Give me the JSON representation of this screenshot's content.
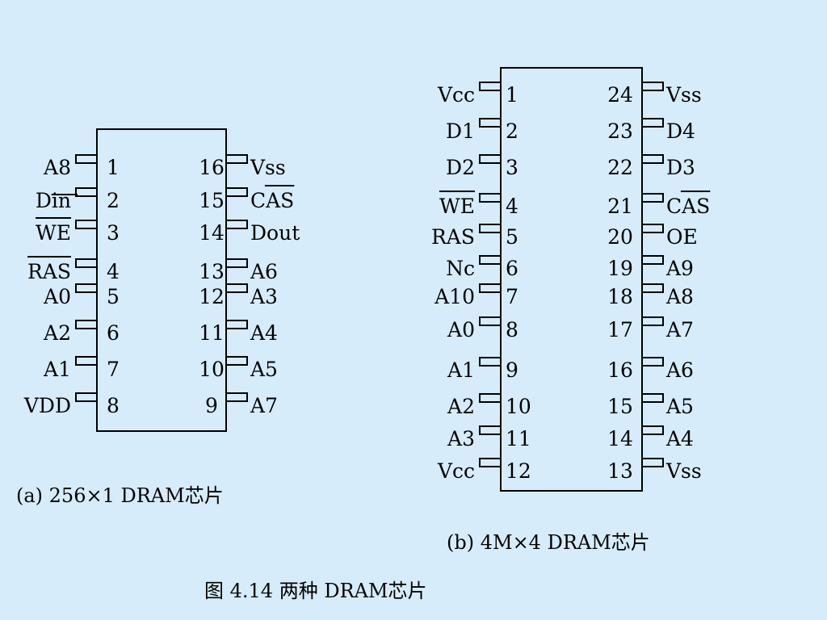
{
  "chip_a": {
    "caption": "(a) 256×1 DRAM芯片",
    "left_pins": [
      {
        "num": "1",
        "name": "A8"
      },
      {
        "num": "2",
        "name": "Din",
        "underline": true
      },
      {
        "num": "3",
        "name": "WE",
        "bar": true
      },
      {
        "num": "4",
        "name": "RAS",
        "bar": true
      },
      {
        "num": "5",
        "name": "A0"
      },
      {
        "num": "6",
        "name": "A2"
      },
      {
        "num": "7",
        "name": "A1"
      },
      {
        "num": "8",
        "name": "VDD"
      }
    ],
    "right_pins": [
      {
        "num": "16",
        "name": "Vss"
      },
      {
        "num": "15",
        "name": "CAS",
        "bar": true
      },
      {
        "num": "14",
        "name": "Dout"
      },
      {
        "num": "13",
        "name": "A6"
      },
      {
        "num": "12",
        "name": "A3"
      },
      {
        "num": "11",
        "name": "A4"
      },
      {
        "num": "10",
        "name": "A5"
      },
      {
        "num": "9",
        "name": "A7"
      }
    ]
  },
  "chip_b": {
    "caption": "(b) 4M×4 DRAM芯片",
    "left_pins": [
      {
        "num": "1",
        "name": "Vcc"
      },
      {
        "num": "2",
        "name": "D1"
      },
      {
        "num": "3",
        "name": "D2"
      },
      {
        "num": "4",
        "name": "WE",
        "bar": true
      },
      {
        "num": "5",
        "name": "RAS"
      },
      {
        "num": "6",
        "name": "Nc"
      },
      {
        "num": "7",
        "name": "A10"
      },
      {
        "num": "8",
        "name": "A0"
      },
      {
        "num": "9",
        "name": "A1"
      },
      {
        "num": "10",
        "name": "A2"
      },
      {
        "num": "11",
        "name": "A3"
      },
      {
        "num": "12",
        "name": "Vcc"
      }
    ],
    "right_pins": [
      {
        "num": "24",
        "name": "Vss"
      },
      {
        "num": "23",
        "name": "D4"
      },
      {
        "num": "22",
        "name": "D3"
      },
      {
        "num": "21",
        "name": "CAS",
        "bar": true
      },
      {
        "num": "20",
        "name": "OE"
      },
      {
        "num": "19",
        "name": "A9"
      },
      {
        "num": "18",
        "name": "A8"
      },
      {
        "num": "17",
        "name": "A7"
      },
      {
        "num": "16",
        "name": "A6"
      },
      {
        "num": "15",
        "name": "A5"
      },
      {
        "num": "14",
        "name": "A4"
      },
      {
        "num": "13",
        "name": "Vss"
      }
    ]
  },
  "figure_caption": "图 4.14 两种 DRAM芯片"
}
